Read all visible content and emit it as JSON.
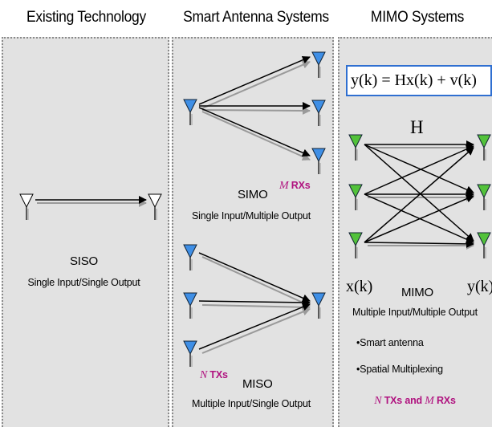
{
  "headers": {
    "col1": "Existing Technology",
    "col2": "Smart Antenna Systems",
    "col3": "MIMO Systems"
  },
  "siso": {
    "name": "SISO",
    "desc": "Single Input/Single Output"
  },
  "simo": {
    "name": "SIMO",
    "m_symbol": "M",
    "rx_label": "RXs",
    "desc": "Single Input/Multiple Output"
  },
  "miso": {
    "name": "MISO",
    "n_symbol": "N",
    "tx_label": "TXs",
    "desc": "Multiple Input/Single Output"
  },
  "mimo": {
    "equation": "y(k) = Hx(k) + v(k)",
    "channel": "H",
    "input": "x(k)",
    "output": "y(k)",
    "name": "MIMO",
    "desc": "Multiple Input/Multiple Output",
    "bullet1": "•Smart antenna",
    "bullet2": "•Spatial Multiplexing",
    "n_symbol": "N",
    "tx_label": "TXs and",
    "m_symbol": "M",
    "rx_label": "RXs"
  },
  "colors": {
    "antenna_white": "#ffffff",
    "antenna_blue": "#3f8fe6",
    "antenna_green": "#52c23a",
    "accent_magenta": "#b0127f",
    "equation_border": "#2f6fd1",
    "panel_gray": "#e2e2e2"
  }
}
